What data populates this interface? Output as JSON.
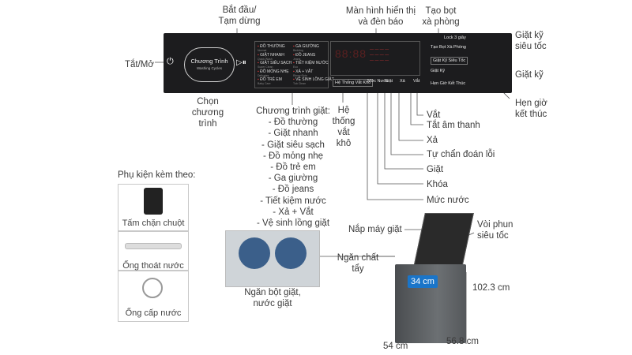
{
  "labels": {
    "start_pause": [
      "Bắt đầu/",
      "Tạm dừng"
    ],
    "display_led": [
      "Màn hình hiển thị",
      "và đèn báo"
    ],
    "foam": [
      "Tạo bọt",
      "xà phòng"
    ],
    "quick_wash": [
      "Giặt kỹ",
      "siêu tốc"
    ],
    "deep_wash": "Giặt kỹ",
    "timer": [
      "Hẹn giờ",
      "kết thúc"
    ],
    "power": "Tắt/Mở",
    "choose_program": [
      "Chọn",
      "chương",
      "trình"
    ],
    "wash_programs_title": "Chương trình giặt:",
    "wash_programs": [
      "- Đồ thường",
      "- Giặt nhanh",
      "- Giặt siêu sạch",
      "- Đồ mỏng nhẹ",
      "- Đồ trẻ em",
      "- Ga giường",
      "- Đồ jeans",
      "- Tiết kiệm nước",
      "- Xả + Vắt",
      "- Vệ sinh lồng giặt"
    ],
    "tub_dry": [
      "Hệ",
      "thống",
      "vắt",
      "khô"
    ],
    "spin": "Vắt",
    "mute": "Tắt âm thanh",
    "rinse": "Xả",
    "self_diag": "Tự chẩn đoán lỗi",
    "wash": "Giặt",
    "lock": "Khóa",
    "water_level": "Mức nước",
    "accessories_title": "Phụ kiện kèm theo:",
    "acc_filter": "Tấm chặn chuột",
    "acc_drain": "Ống thoát nước",
    "acc_inlet": "Ống cấp nước",
    "lid": "Nắp máy giặt",
    "spray": [
      "Vòi phun",
      "siêu tốc"
    ],
    "detergent_tray": [
      "Ngăn chất",
      "tẩy"
    ],
    "powder_tray": [
      "Ngăn bột giặt,",
      "nước giặt"
    ],
    "dim_depth": "34 cm",
    "dim_height": "102.3 cm",
    "dim_width": "54 cm",
    "dim_depth2": "56.8 cm"
  },
  "panel": {
    "cycle_title": "Chương Trình",
    "cycle_sub": "Washing Cycles",
    "programs_left": [
      {
        "name": "ĐỒ THƯỜNG",
        "sub": "Normal"
      },
      {
        "name": "GIẶT NHANH",
        "sub": "Quick Wash"
      },
      {
        "name": "GIẶT SIÊU SẠCH",
        "sub": "Super Clean"
      },
      {
        "name": "ĐỒ MỎNG NHẸ",
        "sub": "Delicates"
      },
      {
        "name": "ĐỒ TRẺ EM",
        "sub": "Baby Care"
      }
    ],
    "programs_right": [
      {
        "name": "GA GIƯỜNG",
        "sub": "Bedding"
      },
      {
        "name": "ĐỒ JEANS",
        "sub": "Jeans"
      },
      {
        "name": "TIẾT KIỆM NƯỚC",
        "sub": "Eco"
      },
      {
        "name": "XẢ + VẮT",
        "sub": "Rinse+Spin"
      },
      {
        "name": "VỆ SINH LỒNG GIẶT",
        "sub": "Tub Clean"
      }
    ],
    "option_foam": "Tạo Bọt Xà Phòng",
    "option_quick": "Giặt Kỹ Siêu Tốc",
    "option_deep": "Giặt Kỹ",
    "option_timer": "Hẹn Giờ Kết Thúc",
    "buttons": [
      "Mức Nước",
      "Giặt",
      "Xả",
      "Vắt"
    ],
    "tub_dry_btn": "Hệ Thống Vắt Khô",
    "lock_hint": "Lock 3 giây",
    "accent": "#e23a3a"
  }
}
